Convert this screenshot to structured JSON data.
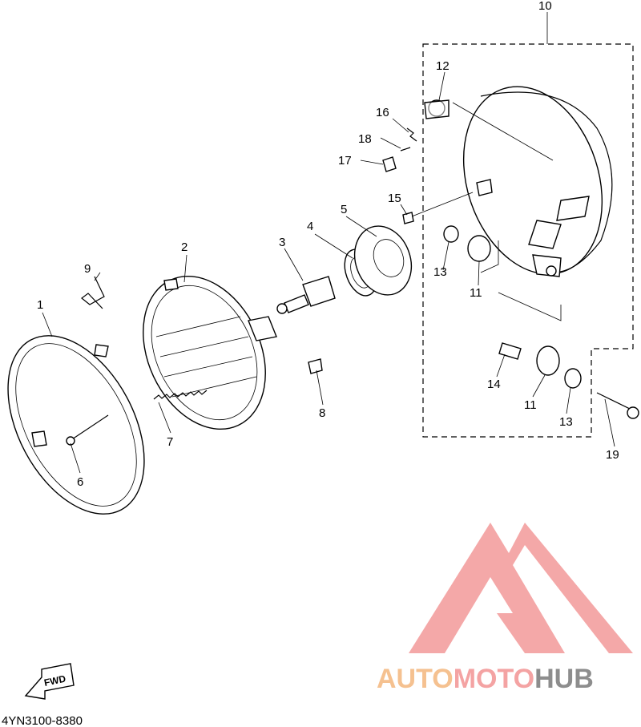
{
  "diagram": {
    "callouts": {
      "p1": "1",
      "p2": "2",
      "p3": "3",
      "p4": "4",
      "p5": "5",
      "p6": "6",
      "p7": "7",
      "p8": "8",
      "p9": "9",
      "p10": "10",
      "p11a": "11",
      "p11b": "11",
      "p12": "12",
      "p13a": "13",
      "p13b": "13",
      "p14": "14",
      "p15": "15",
      "p16": "16",
      "p17": "17",
      "p18": "18",
      "p19": "19"
    },
    "fwd_label": "FWD",
    "part_code": "4YN3100-8380"
  },
  "watermark": {
    "auto": "AUTO",
    "moto": "MOTO",
    "hub": "HUB",
    "colors": {
      "logo": "#f08080",
      "auto": "#f5c190",
      "moto": "#f4a3a3",
      "hub": "#8d8d8d"
    }
  }
}
